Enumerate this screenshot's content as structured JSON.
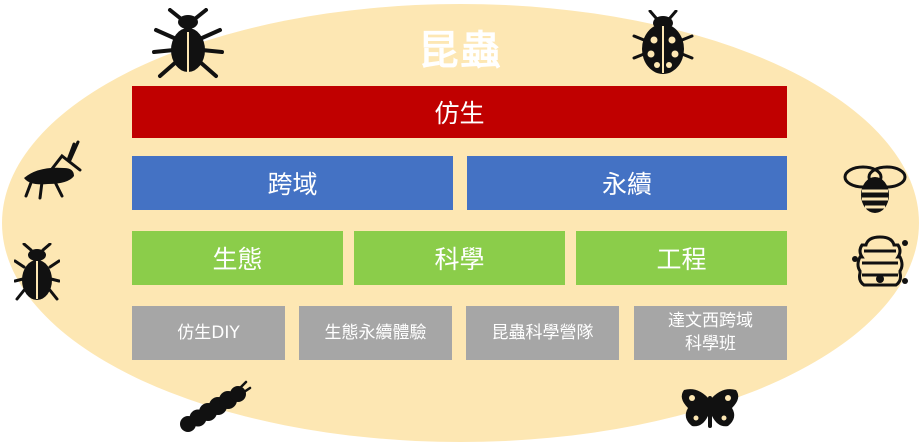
{
  "title": "昆蟲",
  "layers": {
    "top": {
      "label": "仿生"
    },
    "second": [
      {
        "label": "跨域"
      },
      {
        "label": "永續"
      }
    ],
    "third": [
      {
        "label": "生態"
      },
      {
        "label": "科學"
      },
      {
        "label": "工程"
      }
    ],
    "bottom": [
      {
        "label": "仿生DIY"
      },
      {
        "label": "生態永續體驗"
      },
      {
        "label": "昆蟲科學營隊"
      },
      {
        "label": "達文西跨域\n科學班"
      }
    ]
  },
  "colors": {
    "background_ellipse": "#fde7b3",
    "top_layer": "#c00000",
    "second_layer": "#4472c4",
    "third_layer": "#8bcd4a",
    "bottom_layer": "#a6a6a6",
    "icons": "#111111"
  },
  "icons": [
    "beetle-icon",
    "ladybug-icon",
    "grasshopper-icon",
    "scarab-icon",
    "bee-icon",
    "beehive-icon",
    "caterpillar-icon",
    "butterfly-icon"
  ]
}
